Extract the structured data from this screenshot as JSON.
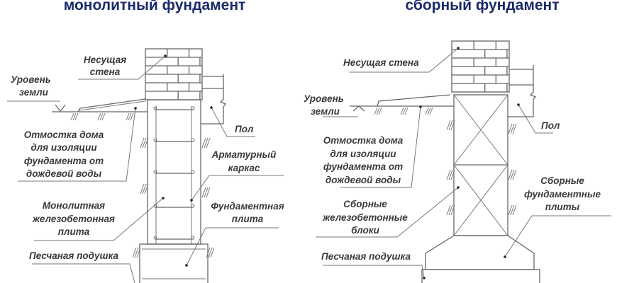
{
  "left": {
    "title": "монолитный фундамент",
    "labels": {
      "wall": [
        "Несущая",
        "стена"
      ],
      "ground": [
        "Уровень",
        "земли"
      ],
      "blind_area": [
        "Отмостка дома",
        "для изоляции",
        "фундамента от",
        "дождевой воды"
      ],
      "floor": "Пол",
      "rebar": [
        "Арматурный",
        "каркас"
      ],
      "monolith": [
        "Монолитная",
        "железобетонная",
        "плита"
      ],
      "base_slab": [
        "Фундаментная",
        "плита"
      ],
      "sand": "Песчаная подушка"
    }
  },
  "right": {
    "title": "сборный фундамент",
    "labels": {
      "wall": "Несущая стена",
      "ground": [
        "Уровень",
        "земли"
      ],
      "blind_area": [
        "Отмостка дома",
        "для изоляции",
        "фундамента от",
        "дождевой воды"
      ],
      "floor": "Пол",
      "blocks": [
        "Сборные",
        "железобетонные",
        "блоки"
      ],
      "slabs": [
        "Сборные",
        "фундаментные",
        "плиты"
      ],
      "sand": "Песчаная подушка"
    }
  }
}
